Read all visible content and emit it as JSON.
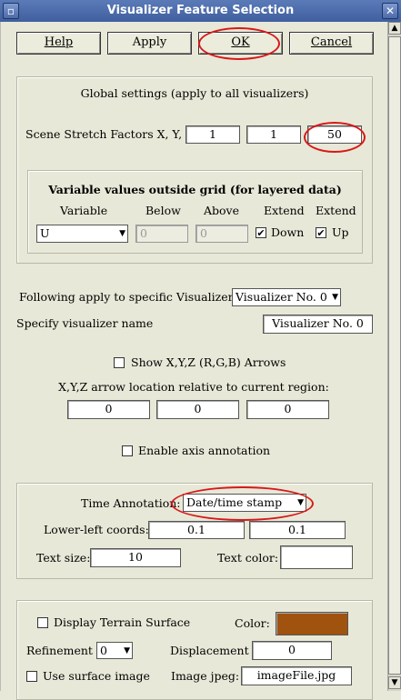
{
  "window": {
    "title": "Visualizer Feature Selection"
  },
  "buttons": {
    "help": "Help",
    "apply": "Apply",
    "ok": "OK",
    "cancel": "Cancel"
  },
  "global": {
    "title": "Global settings (apply to all visualizers)",
    "stretch_label": "Scene Stretch Factors X, Y, Z:",
    "stretch_x": "1",
    "stretch_y": "1",
    "stretch_z": "50",
    "outside_title": "Variable values outside grid (for layered data)",
    "col_variable": "Variable",
    "col_below": "Below",
    "col_above": "Above",
    "col_extend1": "Extend",
    "col_extend2": "Extend",
    "variable_value": "U",
    "below_value": "0",
    "above_value": "0",
    "down_label": "Down",
    "up_label": "Up",
    "down_checked": "✔",
    "up_checked": "✔"
  },
  "specific": {
    "apply_label": "Following apply to specific Visualizer:",
    "visualizer_select": "Visualizer No. 0",
    "name_label": "Specify visualizer name",
    "name_value": "Visualizer No. 0"
  },
  "arrows": {
    "show_label": "Show X,Y,Z (R,G,B) Arrows",
    "location_label": "X,Y,Z arrow location relative to current region:",
    "x": "0",
    "y": "0",
    "z": "0"
  },
  "axis": {
    "label": "Enable axis annotation"
  },
  "time": {
    "label": "Time Annotation:",
    "select": "Date/time stamp",
    "coords_label": "Lower-left coords:",
    "coord_x": "0.1",
    "coord_y": "0.1",
    "size_label": "Text size:",
    "size_value": "10",
    "color_label": "Text color:"
  },
  "terrain": {
    "display_label": "Display Terrain Surface",
    "color_label": "Color:",
    "color": "#a0520f",
    "refinement_label": "Refinement",
    "refinement_value": "0",
    "displacement_label": "Displacement",
    "displacement_value": "0",
    "surface_label": "Use surface image",
    "image_label": "Image jpeg:",
    "image_value": "imageFile.jpg"
  }
}
